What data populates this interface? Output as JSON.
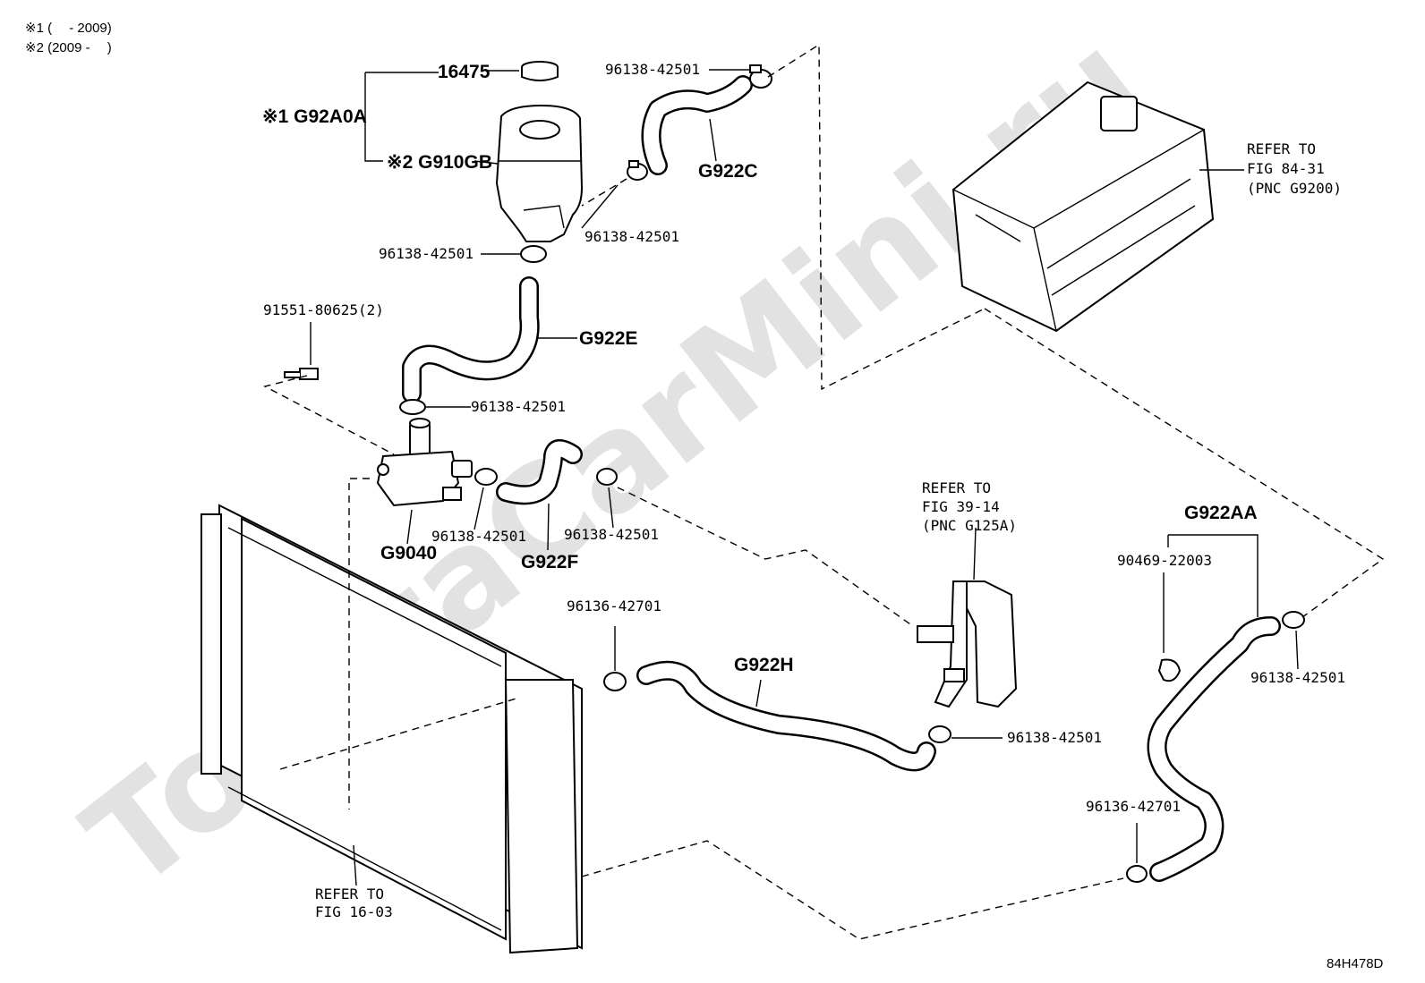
{
  "watermark": "ToyotaCarMini.ru",
  "notes": {
    "n1": "※1 (　 - 2009)",
    "n2": "※2 (2009 -　 )"
  },
  "labels": {
    "p16475": "16475",
    "g92a0a": "※1 G92A0A",
    "g910gb": "※2 G910GB",
    "clamp_top": "96138-42501",
    "g922c": "G922C",
    "clamp_mid_right": "96138-42501",
    "clamp_tank": "96138-42501",
    "bolt": "91551-80625(2)",
    "g922e": "G922E",
    "clamp_pump_top": "96138-42501",
    "clamp_pump_left": "96138-42501",
    "clamp_pump_right": "96138-42501",
    "g9040": "G9040",
    "g922f": "G922F",
    "clamp_h_left": "96136-42701",
    "g922h": "G922H",
    "clamp_h_right": "96138-42501",
    "ref_inverter_1": "REFER TO",
    "ref_inverter_2": "FIG 84-31",
    "ref_inverter_3": "(PNC G9200)",
    "ref_valve_1": "REFER TO",
    "ref_valve_2": "FIG 39-14",
    "ref_valve_3": "(PNC G125A)",
    "g922aa": "G922AA",
    "clip": "90469-22003",
    "clamp_aa_top": "96138-42501",
    "clamp_aa_bottom": "96136-42701",
    "ref_radiator_1": "REFER TO",
    "ref_radiator_2": "FIG 16-03",
    "figure_code": "84H478D"
  }
}
